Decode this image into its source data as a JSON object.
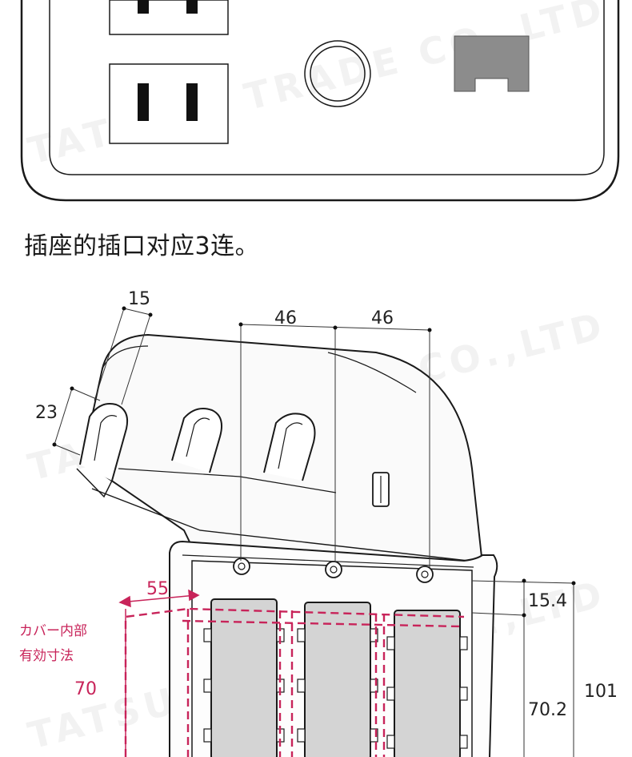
{
  "caption": "插座的插口对应3连。",
  "watermark": "TATSUKI TRADE CO.,LTD",
  "dimensions": {
    "top_width": "15",
    "left_height": "23",
    "pitch_left": "46",
    "pitch_right": "46",
    "cover_depth": "55",
    "upper_gap": "15.4",
    "inner_height": "70.2",
    "total_height": "101",
    "usable_height": "70"
  },
  "notes": {
    "inner_line1": "カバー内部",
    "inner_line2": "有効寸法"
  },
  "colors": {
    "outline": "#1a1a1a",
    "dimension_red": "#c8245a",
    "plate_gray": "#d4d4d4"
  }
}
